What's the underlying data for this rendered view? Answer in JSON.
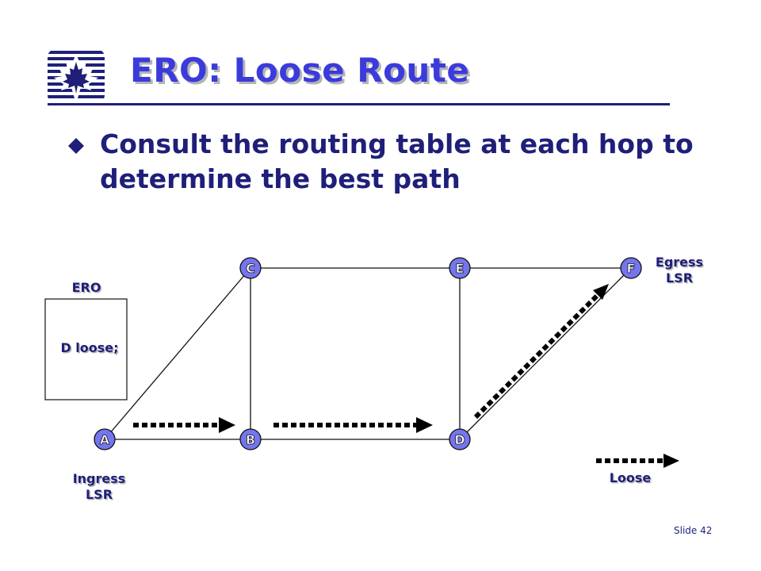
{
  "slide": {
    "title": "ERO: Loose Route",
    "bullet": "Consult the routing table at each hop to determine the best path",
    "slide_number": "Slide 42"
  },
  "diagram": {
    "nodes": {
      "a": "A",
      "b": "B",
      "c": "C",
      "d": "D",
      "e": "E",
      "f": "F"
    },
    "ero_label": "ERO",
    "ero_entry": "D loose;",
    "ingress_line1": "Ingress",
    "ingress_line2": "LSR",
    "egress_line1": "Egress",
    "egress_line2": "LSR",
    "legend_label": "Loose"
  },
  "colors": {
    "title": "#3b3bdc",
    "title_shadow": "#b4b4b4",
    "text": "#1f1f7a",
    "rule": "#1f1f7a",
    "node_fill": "#7575ee",
    "node_stroke": "#111111",
    "arrow": "#000000"
  },
  "icons": {
    "logo": "maple-leaf-logo-icon",
    "bullet": "diamond-bullet-icon"
  }
}
